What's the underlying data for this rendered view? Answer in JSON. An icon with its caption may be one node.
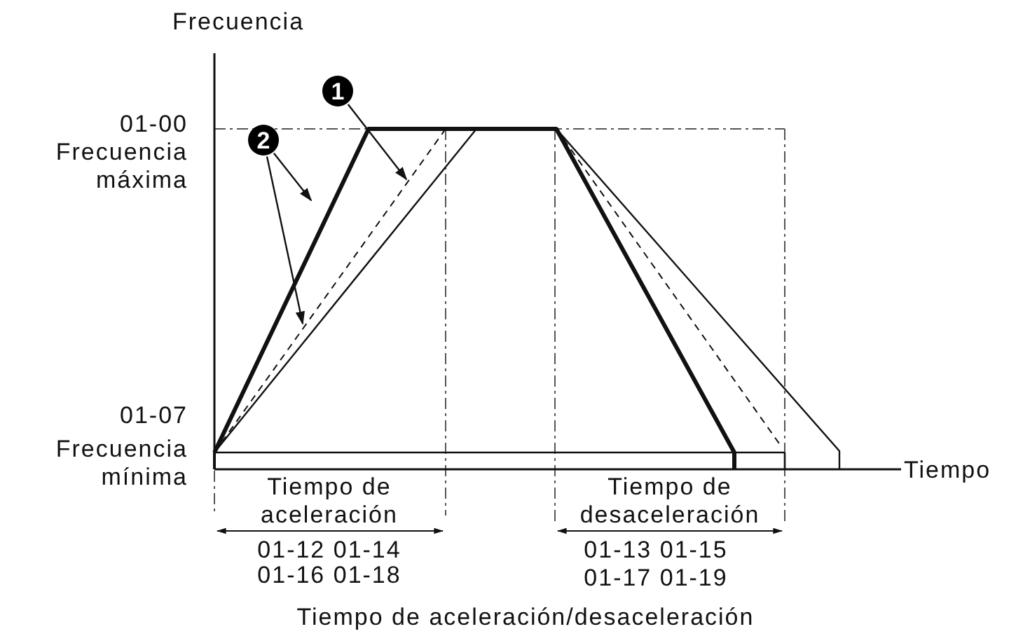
{
  "diagram": {
    "caption": "Tiempo de aceleración/desaceleración",
    "nodes": [
      {
        "text": [
          "1"
        ]
      },
      {
        "text": [
          "2"
        ]
      }
    ],
    "edges": [
      {
        "from": 0,
        "to": null,
        "arrow": "to"
      },
      {
        "from": 1,
        "to": null,
        "arrow": "to"
      },
      {
        "from": 1,
        "to": null,
        "arrow": "to"
      }
    ],
    "labels": [
      "Frecuencia",
      "01-00",
      "Frecuencia máxima",
      "01-07",
      "Frecuencia mínima",
      "Tiempo",
      "Tiempo de aceleración",
      "01-12 01-14",
      "01-16 01-18",
      "Tiempo de desaceleración",
      "01-13 01-15",
      "01-17 01-19"
    ]
  }
}
